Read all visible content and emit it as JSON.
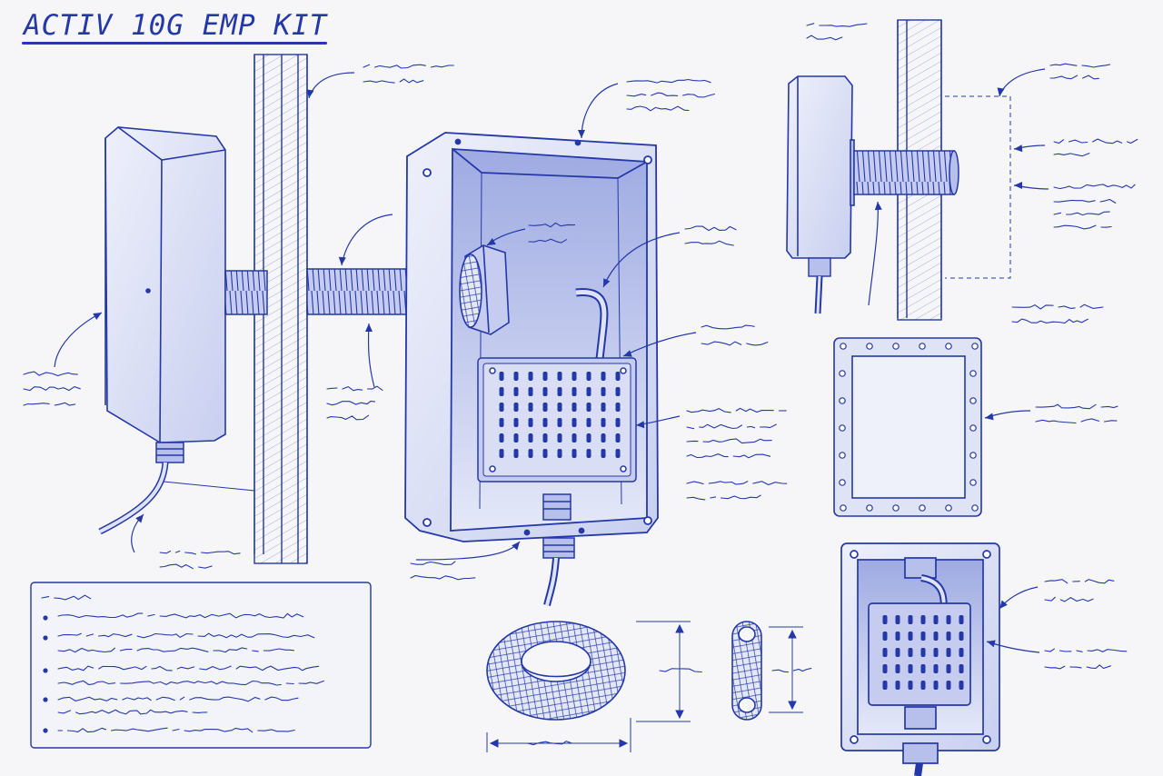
{
  "title": "ACTIV 10G EMP KIT",
  "colors": {
    "ink": "#2438a8",
    "ink_light": "#6d7ccf",
    "fill": "#dfe3f6",
    "fill_dark": "#b7c0ea",
    "paper": "#f6f6f9"
  },
  "annotations_note": "",
  "icons": [
    "antenna-enclosure",
    "wall-section",
    "threaded-conduit",
    "lock-nut",
    "junction-box",
    "terminal-block",
    "cable-gland",
    "ferrite-toroid",
    "ferrite-core-section",
    "cover-plate"
  ]
}
